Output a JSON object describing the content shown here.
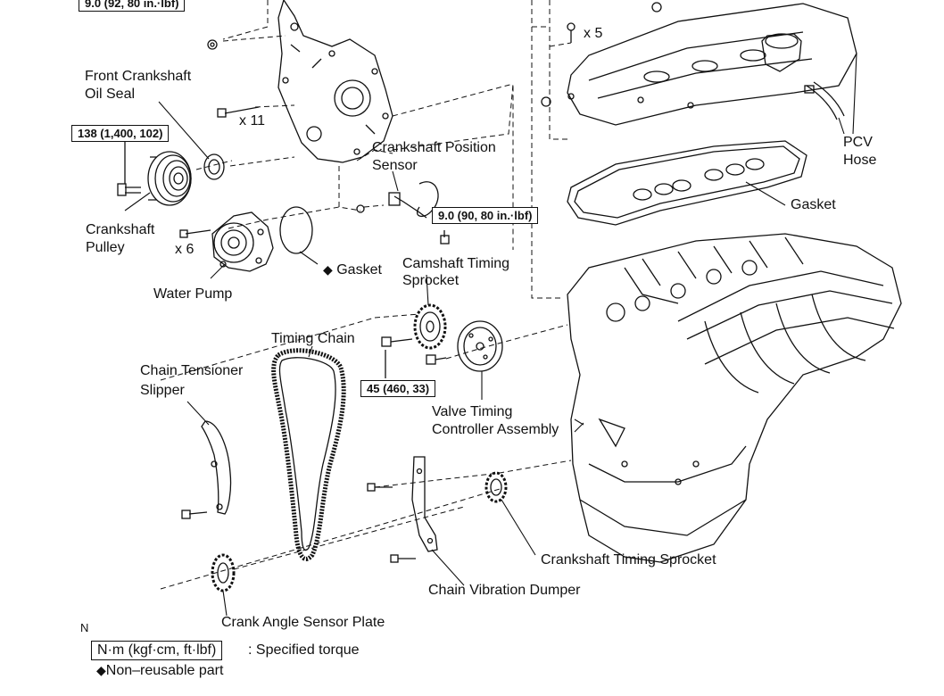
{
  "torque_specs": {
    "top_left": "9.0 (92, 80 in.·lbf)",
    "pulley_bolt": "138 (1,400, 102)",
    "sensor_bolt": "9.0 (90, 80 in.·lbf)",
    "sprocket_bolt": "45 (460, 33)"
  },
  "labels": {
    "front_crankshaft_oil_seal": [
      "Front Crankshaft",
      "Oil Seal"
    ],
    "x11": "x 11",
    "crankshaft_pulley": [
      "Crankshaft",
      "Pulley"
    ],
    "x6": "x 6",
    "water_pump": "Water Pump",
    "gasket_pump": "Gasket",
    "crankshaft_position_sensor": [
      "Crankshaft Position",
      "Sensor"
    ],
    "camshaft_timing_sprocket": [
      "Camshaft Timing",
      "Sprocket"
    ],
    "timing_chain": "Timing Chain",
    "chain_tensioner_slipper": [
      "Chain Tensioner",
      "Slipper"
    ],
    "valve_timing_controller": [
      "Valve Timing",
      "Controller Assembly"
    ],
    "crankshaft_timing_sprocket": "Crankshaft Timing Sprocket",
    "chain_vibration_dumper": "Chain Vibration Dumper",
    "crank_angle_sensor_plate": "Crank Angle Sensor Plate",
    "x5": "x 5",
    "pcv_hose": [
      "PCV",
      "Hose"
    ],
    "gasket_cover": "Gasket",
    "corner_mark": "N"
  },
  "legend": {
    "torque_box": "N·m (kgf·cm, ft·lbf)",
    "torque_text": ": Specified torque",
    "nonreusable_symbol": "◆",
    "nonreusable_text": "Non–reusable part"
  },
  "symbols": {
    "nonreusable_mark": "◆"
  }
}
